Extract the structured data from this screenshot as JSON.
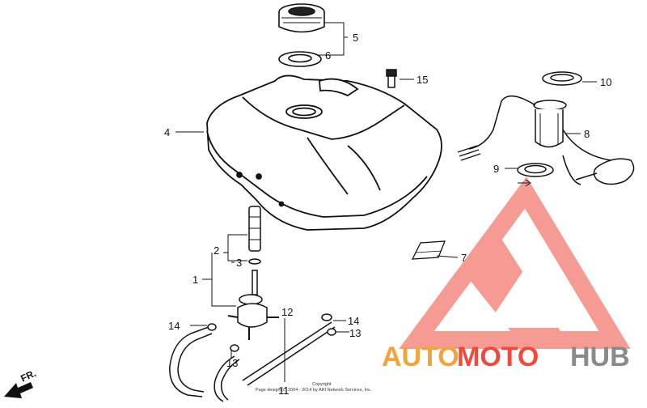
{
  "labels": {
    "p1": "1",
    "p2": "2",
    "p3": "3",
    "p4": "4",
    "p5": "5",
    "p6": "6",
    "p7": "7",
    "p8": "8",
    "p9": "9",
    "p10": "10",
    "p11": "11",
    "p12": "12",
    "p13a": "13",
    "p13b": "13",
    "p14a": "14",
    "p14b": "14",
    "p15": "15"
  },
  "direction": "FR.",
  "watermark": {
    "auto": "AUTO",
    "moto": "MOTO",
    "hub": "HUB"
  },
  "copyright": {
    "line1": "Copyright",
    "line2": "Page design (c) 2004 - 2014 by ARI Network Services, Inc."
  },
  "colors": {
    "watermark_red": "#ef4a3c",
    "watermark_orange": "#f2a33a",
    "watermark_gray": "#8a8a8a"
  }
}
